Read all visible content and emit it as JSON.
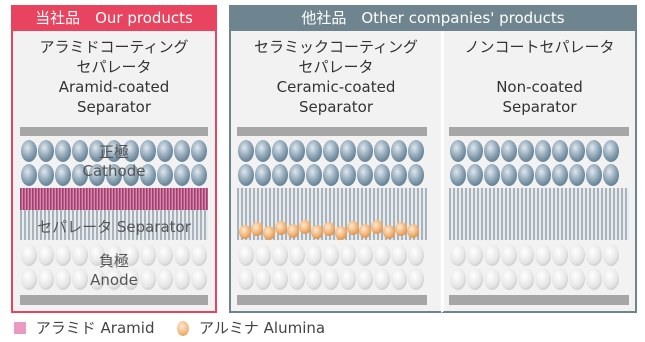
{
  "headers": {
    "ours": "当社品　Our products",
    "others": "他社品　Other companies' products"
  },
  "columns": [
    {
      "title_lines": [
        "アラミドコーティング",
        "セパレータ",
        "Aramid-coated",
        "Separator"
      ],
      "coating": "aramid"
    },
    {
      "title_lines": [
        "セラミックコーティング",
        "セパレータ",
        "Ceramic-coated",
        "Separator"
      ],
      "coating": "alumina"
    },
    {
      "title_lines": [
        "ノンコートセパレータ",
        "",
        "Non-coated",
        "Separator"
      ],
      "coating": "none"
    }
  ],
  "layer_labels": {
    "cathode_jp": "正極",
    "cathode_en": "Cathode",
    "separator": "セパレータ Separator",
    "anode_jp": "負極",
    "anode_en": "Anode"
  },
  "legend": {
    "aramid": "アラミド Aramid",
    "alumina": "アルミナ Alumina"
  },
  "colors": {
    "ours_accent": "#e8435f",
    "others_accent": "#6e848e",
    "aramid": "#b0487a",
    "alumina": "#f0b072",
    "cathode_particle": "#7f9aad",
    "anode_particle": "#e4e4e4",
    "collector": "#a6a6a6"
  }
}
